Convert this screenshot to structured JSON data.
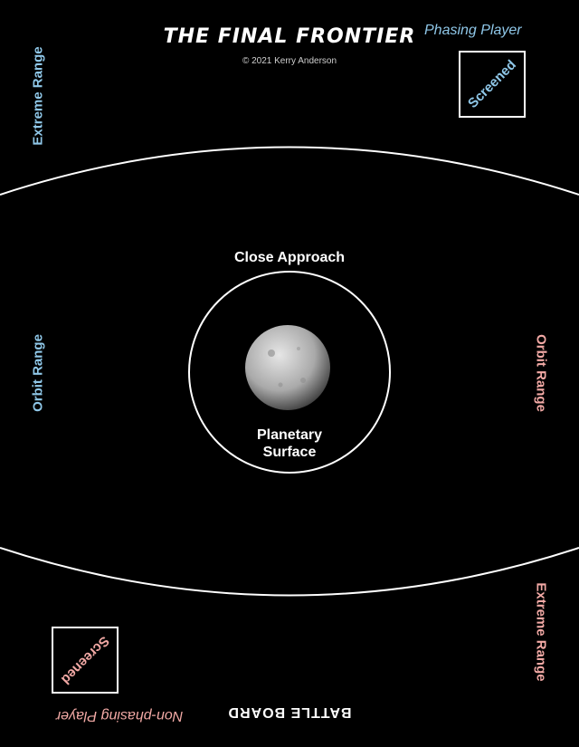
{
  "header": {
    "title": "THE FINAL FRONTIER",
    "copyright": "© 2021 Kerry Anderson"
  },
  "players": {
    "phasing": "Phasing Player",
    "non_phasing": "Non-phasing Player"
  },
  "screened": {
    "top": "Screened",
    "bottom": "Screened"
  },
  "ranges": {
    "extreme_top": "Extreme Range",
    "extreme_bottom": "Extreme Range",
    "orbit_left": "Orbit Range",
    "orbit_right": "Orbit Range",
    "close_approach": "Close Approach",
    "planetary_surface_line1": "Planetary",
    "planetary_surface_line2": "Surface"
  },
  "footer": {
    "board_label": "BATTLE BOARD"
  },
  "colors": {
    "background": "#000000",
    "phasing": "#8fc7e8",
    "non_phasing": "#f2a9a5",
    "lines": "#ffffff"
  },
  "icons": {
    "planet": "planet-icon"
  }
}
